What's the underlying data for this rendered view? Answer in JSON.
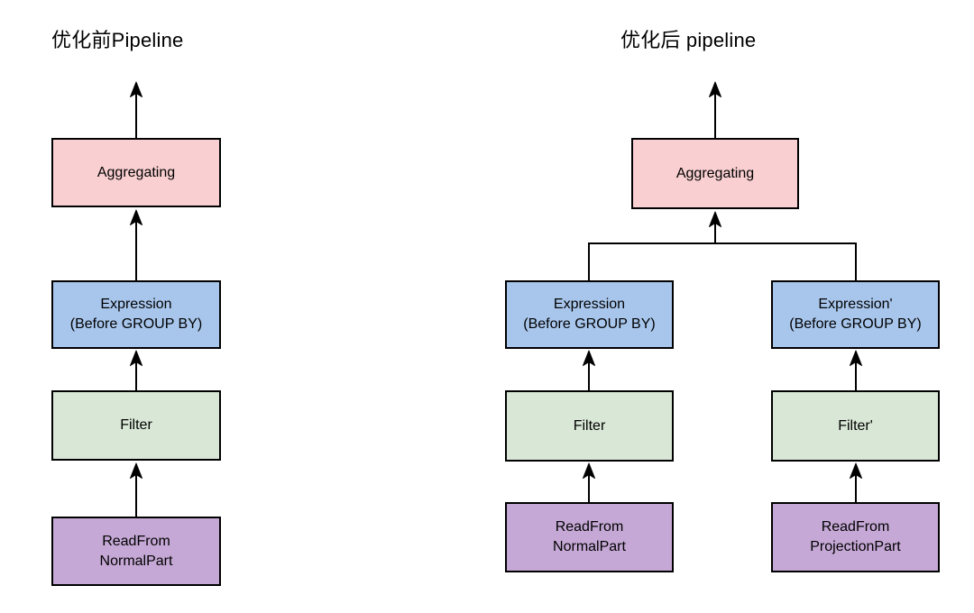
{
  "colors": {
    "aggregating_fill": "#f9cfd1",
    "expression_fill": "#a8c6ec",
    "filter_fill": "#d9e7d6",
    "readfrom_fill": "#c5a8d5",
    "border": "#000000",
    "arrow": "#000000",
    "text": "#000000",
    "background": "#ffffff"
  },
  "before_pipeline": {
    "title": "优化前Pipeline",
    "nodes": {
      "aggregating": "Aggregating",
      "expression": "Expression\n(Before GROUP BY)",
      "filter": "Filter",
      "readfrom": "ReadFrom\nNormalPart"
    }
  },
  "after_pipeline": {
    "title": "优化后 pipeline",
    "aggregating": "Aggregating",
    "normal_branch": {
      "expression": "Expression\n(Before GROUP BY)",
      "filter": "Filter",
      "readfrom": "ReadFrom\nNormalPart"
    },
    "projection_branch": {
      "expression": "Expression'\n(Before GROUP BY)",
      "filter": "Filter'",
      "readfrom": "ReadFrom\nProjectionPart"
    }
  }
}
